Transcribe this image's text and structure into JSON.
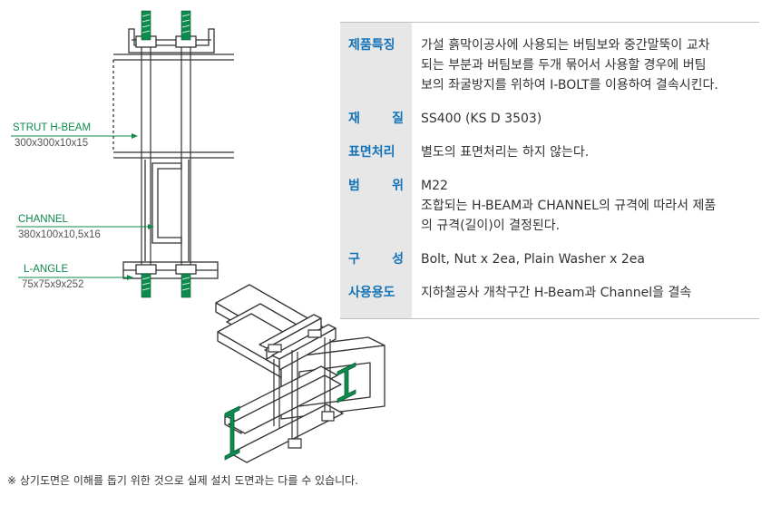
{
  "drawing": {
    "labels": {
      "strut_title": "STRUT H-BEAM",
      "strut_size": "300x300x10x15",
      "channel_title": "CHANNEL",
      "channel_size": "380x100x10,5x16",
      "angle_title": "L-ANGLE",
      "angle_size": "75x75x9x252"
    },
    "colors": {
      "accent_green": "#0e8a4e",
      "line_dark": "#333333"
    }
  },
  "spec": {
    "colors": {
      "key_blue": "#1473b8",
      "key_bg": "#e7e7e7"
    },
    "rows": [
      {
        "key": "제품특징",
        "lines": [
          "가설 흙막이공사에 사용되는 버팀보와 중간말뚝이 교차",
          "되는 부분과 버팀보를 두개 묶어서 사용할 경우에 버팀",
          "보의 좌굴방지를 위하여 I-BOLT를 이용하여 결속시킨다."
        ]
      },
      {
        "key": "재질",
        "k1": "재",
        "k2": "질",
        "lines": [
          "SS400 (KS D 3503)"
        ]
      },
      {
        "key": "표면처리",
        "lines": [
          "별도의 표면처리는 하지 않는다."
        ]
      },
      {
        "key": "범위",
        "k1": "범",
        "k2": "위",
        "lines": [
          "M22",
          "조합되는 H-BEAM과 CHANNEL의 규격에 따라서 제품",
          "의 규격(길이)이 결정된다."
        ]
      },
      {
        "key": "구성",
        "k1": "구",
        "k2": "성",
        "lines": [
          "Bolt, Nut x 2ea, Plain Washer x 2ea"
        ]
      },
      {
        "key": "사용용도",
        "lines": [
          "지하철공사 개착구간 H-Beam과 Channel을 결속"
        ]
      }
    ]
  },
  "note": "※ 상기도면은 이해를 돕기 위한 것으로 실제 설치 도면과는 다를 수 있습니다."
}
